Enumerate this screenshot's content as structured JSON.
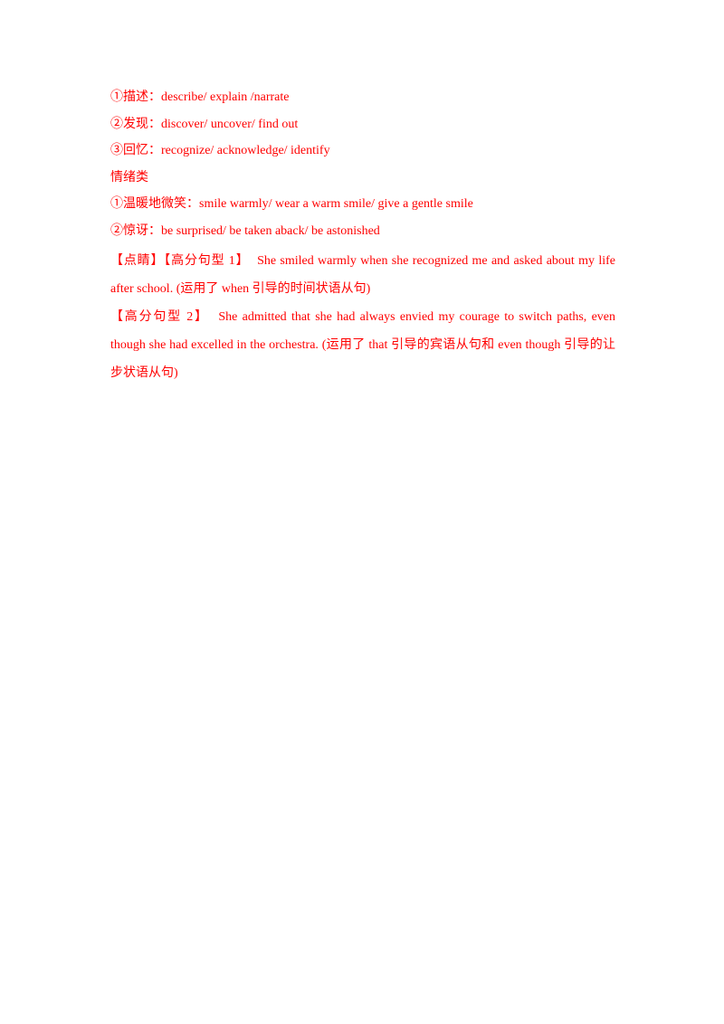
{
  "lines": [
    "①描述：describe/ explain /narrate",
    "②发现：discover/ uncover/ find out",
    "③回忆：recognize/ acknowledge/ identify",
    "情绪类",
    "①温暖地微笑：smile warmly/ wear a warm smile/ give a gentle smile",
    "②惊讶：be surprised/ be taken aback/ be astonished"
  ],
  "highlights": [
    {
      "tag": "【点睛】【高分句型 1】",
      "text": "She smiled warmly when she recognized me and asked about my life after school. (运用了 when 引导的时间状语从句)"
    },
    {
      "tag": "【高分句型 2】",
      "text": "She admitted that she had always envied my courage to switch paths, even though she had excelled in the orchestra. (运用了 that 引导的宾语从句和 even though 引导的让步状语从句)"
    }
  ],
  "colors": {
    "text": "#ff0000",
    "background": "#ffffff"
  }
}
